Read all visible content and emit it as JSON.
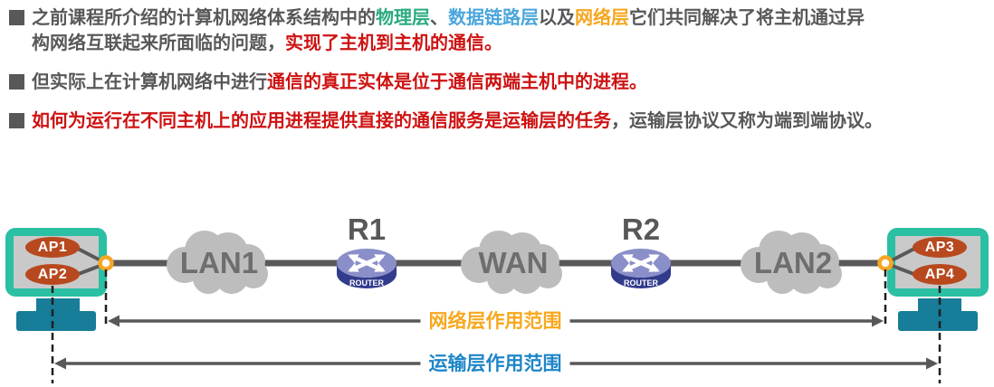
{
  "bullets": [
    {
      "lines": [
        [
          {
            "t": "之前课程所介绍的计算机网络体系结构中的",
            "c": "gray"
          },
          {
            "t": "物理层",
            "c": "green"
          },
          {
            "t": "、",
            "c": "gray"
          },
          {
            "t": "数据链路层",
            "c": "blue"
          },
          {
            "t": "以及",
            "c": "gray"
          },
          {
            "t": "网络层",
            "c": "orange"
          },
          {
            "t": "它们共同解决了将主机通过异",
            "c": "gray"
          }
        ],
        [
          {
            "t": "构网络互联起来所面临的问题，",
            "c": "gray"
          },
          {
            "t": "实现了主机到主机的通信。",
            "c": "red"
          }
        ]
      ]
    },
    {
      "lines": [
        [
          {
            "t": "但实际上在计算机网络中进行",
            "c": "gray"
          },
          {
            "t": "通信的真正实体是位于通信两端主机中的进程。",
            "c": "red"
          }
        ]
      ]
    },
    {
      "lines": [
        [
          {
            "t": "如何为运行在不同主机上的应用进程提供直接的通信服务是运输层的任务",
            "c": "red"
          },
          {
            "t": "，运输层协议又称为端到端协议。",
            "c": "gray"
          }
        ]
      ]
    }
  ],
  "diagram": {
    "ap_labels": {
      "ap1": "AP1",
      "ap2": "AP2",
      "ap3": "AP3",
      "ap4": "AP4"
    },
    "cloud_labels": {
      "lan1": "LAN1",
      "wan": "WAN",
      "lan2": "LAN2"
    },
    "router_labels": {
      "r1": "R1",
      "r2": "R2",
      "badge": "ROUTER"
    },
    "span_labels": {
      "network": "网络层作用范围",
      "transport": "运输层作用范围"
    }
  },
  "colors": {
    "text_gray": "#58585A",
    "phys_green": "#2BAA80",
    "link_blue": "#4BA6DB",
    "net_orange": "#F6A61F",
    "em_red": "#CE1212",
    "monitor_teal": "#2BBFA4",
    "stand_teal": "#177D99",
    "ap_fill": "#B8491E",
    "cloud_gray": "#BDBDBD",
    "cloud_text": "#6E6E6E",
    "router_top": "#8A8FC9",
    "router_side": "#333B8C",
    "line_gray": "#595959",
    "ring_orange": "#F5A623",
    "span_network_orange": "#F7A81E",
    "span_transport_blue": "#1E86C8",
    "dash_black": "#1F1F1F",
    "screen_gray": "#C9C9C9"
  }
}
